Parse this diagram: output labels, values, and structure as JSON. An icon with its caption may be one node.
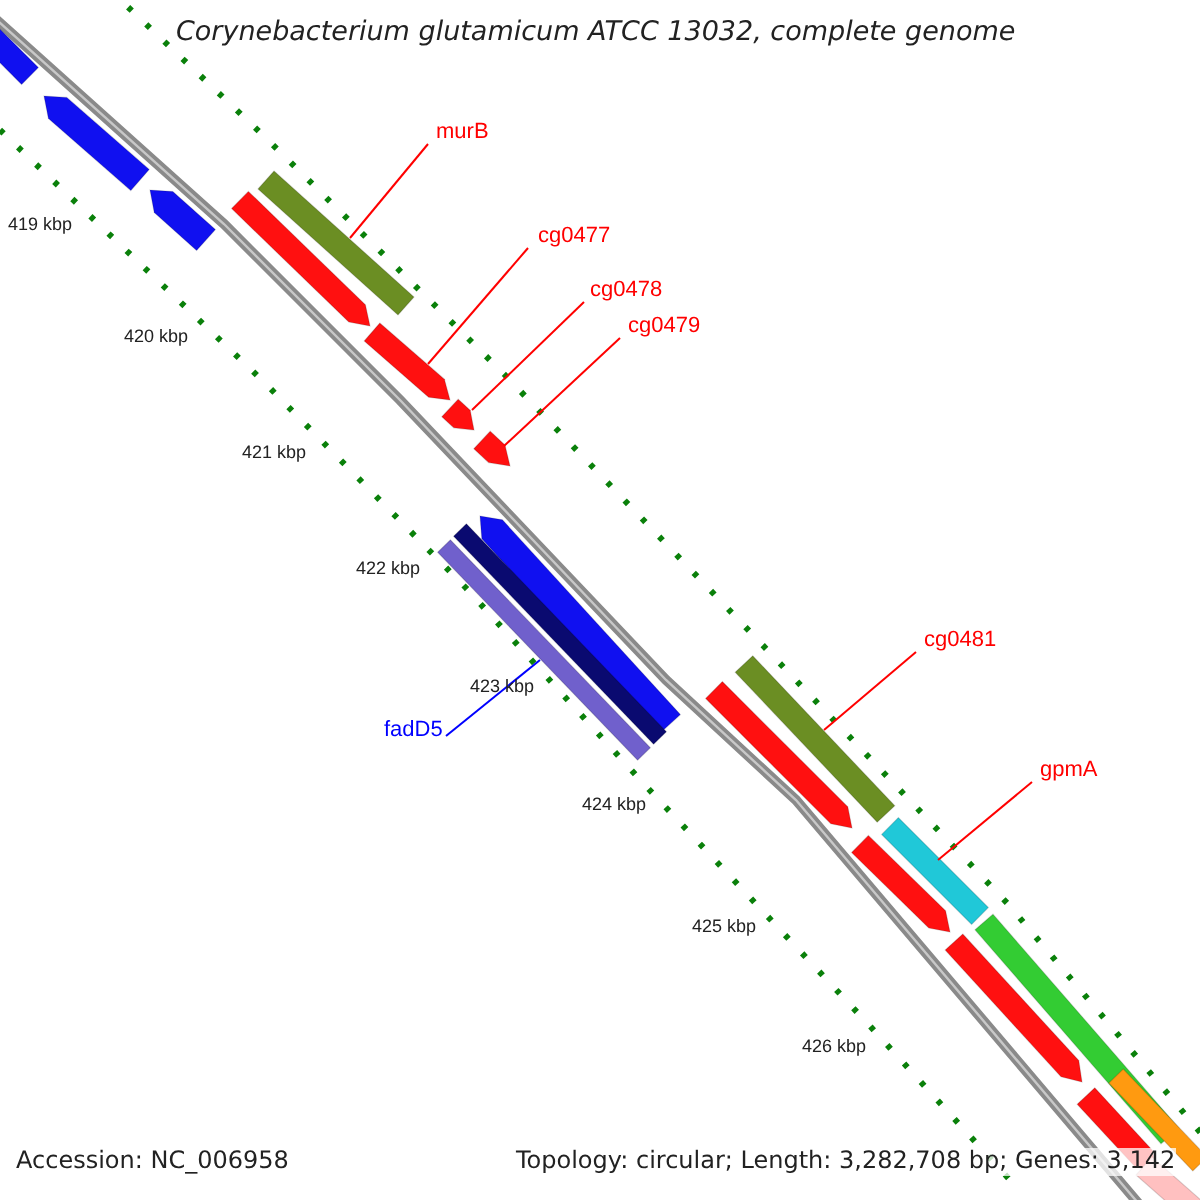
{
  "diagram": {
    "title": "Corynebacterium glutamicum ATCC 13032, complete genome",
    "nodes": [
      {
        "text": [
          "murB"
        ]
      },
      {
        "text": [
          "cg0477"
        ]
      },
      {
        "text": [
          "cg0478"
        ]
      },
      {
        "text": [
          "cg0479"
        ]
      },
      {
        "text": [
          "cg0481"
        ]
      },
      {
        "text": [
          "gpmA"
        ]
      },
      {
        "text": [
          "fadD5"
        ]
      },
      {
        "text": [],
        "shape": "bar"
      },
      {
        "text": [],
        "shape": "arrow"
      },
      {
        "text": [],
        "shape": "arrow"
      },
      {
        "text": [],
        "shape": "bar"
      },
      {
        "text": [],
        "shape": "arrow"
      },
      {
        "text": [],
        "shape": "arrow"
      },
      {
        "text": [],
        "shape": "arrow"
      },
      {
        "text": [],
        "shape": "arrow"
      },
      {
        "text": [],
        "shape": "arrow"
      },
      {
        "text": [],
        "shape": "bar"
      },
      {
        "text": [],
        "shape": "bar"
      },
      {
        "text": [],
        "shape": "bar"
      },
      {
        "text": [],
        "shape": "arrow"
      },
      {
        "text": [],
        "shape": "bar"
      },
      {
        "text": [],
        "shape": "arrow"
      },
      {
        "text": [],
        "shape": "bar"
      },
      {
        "text": [],
        "shape": "arrow"
      },
      {
        "text": [],
        "shape": "bar"
      },
      {
        "text": [],
        "shape": "arrow"
      },
      {
        "text": [],
        "shape": "bar"
      }
    ],
    "edges": [
      {
        "from": 0,
        "to": 10,
        "arrow": "none"
      },
      {
        "from": 1,
        "to": 12,
        "arrow": "none"
      },
      {
        "from": 2,
        "to": 13,
        "arrow": "none"
      },
      {
        "from": 3,
        "to": 14,
        "arrow": "none"
      },
      {
        "from": 4,
        "to": 18,
        "arrow": "none"
      },
      {
        "from": 5,
        "to": 20,
        "arrow": "none"
      },
      {
        "from": 6,
        "to": 17,
        "arrow": "none",
        "color": "#0000ff"
      }
    ],
    "labels": [
      "419 kbp",
      "420 kbp",
      "421 kbp",
      "422 kbp",
      "423 kbp",
      "424 kbp",
      "425 kbp",
      "426 kbp",
      "Accession: NC_006958",
      "Topology: circular; Length: 3,282,708 bp; Genes: 3,142"
    ]
  }
}
